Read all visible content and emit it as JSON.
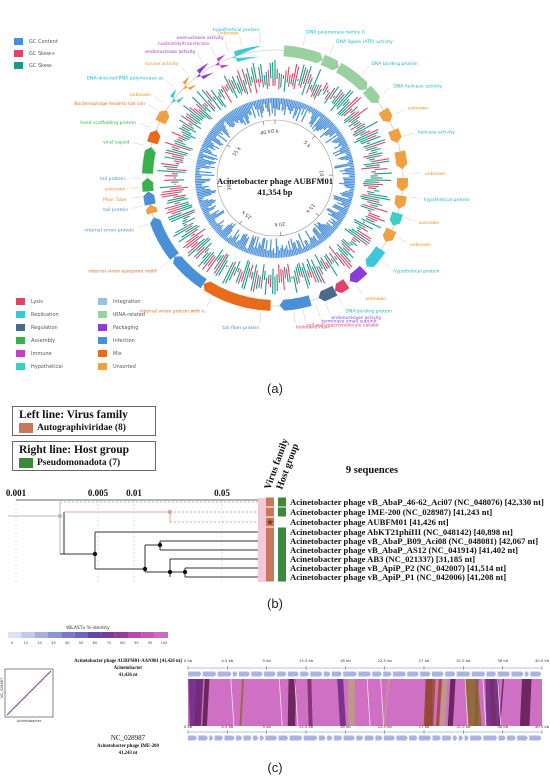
{
  "panel_a": {
    "label": "(a)",
    "center_title": "Acinetobacter phage AUBFM01",
    "center_subtitle": "41,354 bp",
    "tracks": [
      {
        "name": "GC Content",
        "color": "#4a90d9"
      },
      {
        "name": "GC Skew+",
        "color": "#e0436a"
      },
      {
        "name": "GC Skew-",
        "color": "#1a9a86"
      }
    ],
    "scale_ticks": [
      "0 k",
      "5 k",
      "10 k",
      "15 k",
      "20 k",
      "25 k",
      "30 k",
      "35 k",
      "40 k"
    ],
    "categories": [
      {
        "name": "Lysis",
        "color": "#e0436a"
      },
      {
        "name": "Integration",
        "color": "#9ac0e0"
      },
      {
        "name": "Replication",
        "color": "#3bc8d8"
      },
      {
        "name": "tRNA-related",
        "color": "#9ad0a0"
      },
      {
        "name": "Regulation",
        "color": "#4a6a8a"
      },
      {
        "name": "Packaging",
        "color": "#8a3ed8"
      },
      {
        "name": "Assembly",
        "color": "#3ab04a"
      },
      {
        "name": "Infection",
        "color": "#4a90d9"
      },
      {
        "name": "Immune",
        "color": "#c040c8"
      },
      {
        "name": "Mix",
        "color": "#e86a1a"
      },
      {
        "name": "Hypothetical",
        "color": "#3bd0c0"
      },
      {
        "name": "Unsorted",
        "color": "#f0a040"
      }
    ],
    "gene_labels": [
      {
        "text": "DNA polymerase family A",
        "color": "#1ab8c8"
      },
      {
        "text": "DNA ligase (ATP) activity",
        "color": "#1ab8c8"
      },
      {
        "text": "DNA binding protein",
        "color": "#1ab8c8"
      },
      {
        "text": "DNA helicase activity",
        "color": "#1ab8c8"
      },
      {
        "text": "unknown",
        "color": "#e8901a"
      },
      {
        "text": "helicase activity",
        "color": "#1ab8c8"
      },
      {
        "text": "unknown",
        "color": "#e8901a"
      },
      {
        "text": "hypothetical protein",
        "color": "#1ab8c8"
      },
      {
        "text": "unknown",
        "color": "#e8901a"
      },
      {
        "text": "unknown",
        "color": "#e8901a"
      },
      {
        "text": "hypothetical protein",
        "color": "#1ab8c8"
      },
      {
        "text": "unknown",
        "color": "#e8901a"
      },
      {
        "text": "DNA binding protein",
        "color": "#1ab8c8"
      },
      {
        "text": "endonuclease activity",
        "color": "#8a3ed8"
      },
      {
        "text": "terminase small subunit",
        "color": "#8a3ed8"
      },
      {
        "text": "cell wall macromolecule catabo",
        "color": "#e0436a"
      },
      {
        "text": "holin/anti-holin",
        "color": "#e0436a"
      },
      {
        "text": "tail fiber protein",
        "color": "#4a90d9"
      },
      {
        "text": "internal virion protein with e",
        "color": "#e86a1a"
      },
      {
        "text": "internal virion lysozyme motif",
        "color": "#e86a1a"
      },
      {
        "text": "internal virion protein",
        "color": "#4a90d9"
      },
      {
        "text": "tail protein",
        "color": "#4a90d9"
      },
      {
        "text": "Phon Tube",
        "color": "#e8901a"
      },
      {
        "text": "unknown",
        "color": "#e8901a"
      },
      {
        "text": "tail protein",
        "color": "#4a90d9"
      },
      {
        "text": "viral capsid",
        "color": "#3ab04a"
      },
      {
        "text": "head scaffolding protein",
        "color": "#3ab04a"
      },
      {
        "text": "Bacteriophage head to tail con",
        "color": "#e86a1a"
      },
      {
        "text": "unknown",
        "color": "#e8901a"
      },
      {
        "text": "DNA-directed RNA polymerase ac",
        "color": "#1ab8c8"
      },
      {
        "text": "kinase activity",
        "color": "#e8901a"
      },
      {
        "text": "endonuclease activity",
        "color": "#8a3ed8"
      },
      {
        "text": "nucleotidyltransferase",
        "color": "#c040c8"
      },
      {
        "text": "exonuclease activity",
        "color": "#8a3ed8"
      },
      {
        "text": "unknown",
        "color": "#e8901a"
      },
      {
        "text": "hypothetical protein",
        "color": "#1ab8c8"
      }
    ]
  },
  "panel_b": {
    "label": "(b)",
    "left_line_title": "Left line: Virus family",
    "left_line_entry": "Autographiviridae (8)",
    "left_line_color": "#c8785a",
    "right_line_title": "Right line: Host group",
    "right_line_entry": "Pseudomonadota (7)",
    "right_line_color": "#3a8a3a",
    "column_header_1": "Virus family",
    "column_header_2": "Host group",
    "sequence_count": "9 sequences",
    "scale_labels": [
      "0.001",
      "0.005",
      "0.01",
      "0.05"
    ],
    "leaves": [
      "Acinetobacter phage vB_AbaP_46-62_Aci07 (NC_048076) [42,330 nt]",
      "Acinetobacter phage IME-200 (NC_028987) [41,243 nt]",
      "Acinetobacter phage AUBFM01 [41,426 nt]",
      "Acinetobacter phage AbKT21phiIII (NC_048142) [40,898 nt]",
      "Acinetobacter phage vB_AbaP_B09_Aci08 (NC_048081) [42,067 nt]",
      "Acinetobacter phage vB_AbaP_AS12 (NC_041914) [41,402 nt]",
      "Acinetobacter phage AB3 (NC_021337) [31,185 nt]",
      "Acinetobacter phage vB_ApiP_P2 (NC_042007) [41,514 nt]",
      "Acinetobacter phage vB_ApiP_P1 (NC_042006) [41,208 nt]"
    ]
  },
  "panel_c": {
    "label": "(c)",
    "identity_title": "tBLASTx %-identity",
    "identity_ticks": [
      "0",
      "10",
      "20",
      "30",
      "40",
      "50",
      "60",
      "70",
      "80",
      "90",
      "95",
      "100"
    ],
    "identity_colors": [
      "#dde0f2",
      "#c3c8ea",
      "#a8aee0",
      "#8f94d4",
      "#7a7ac8",
      "#6a6ab8",
      "#5c4aa8",
      "#7a3a98",
      "#9a3a9a",
      "#b84aaa",
      "#c45ab4",
      "#d06ac0"
    ],
    "dotplot_ylabel": "NC_028987",
    "dotplot_xlabel": "Acinetobacter",
    "query_name": "Acinetobacter phage AUBFM01-AAN801 [41,426 nt]",
    "query_genus": "Acinetobacter",
    "query_length": "41,426 nt",
    "subject_accession": "NC_028987",
    "subject_name": "Acinetobacter phage IME-200",
    "subject_length": "41,243 nt",
    "axis_ticks": [
      "0 kb",
      "4.5 kb",
      "9 kb",
      "13.5 kb",
      "18 kb",
      "22.5 kb",
      "27 kb",
      "31.5 kb",
      "36 kb",
      "40.5 kb"
    ]
  }
}
